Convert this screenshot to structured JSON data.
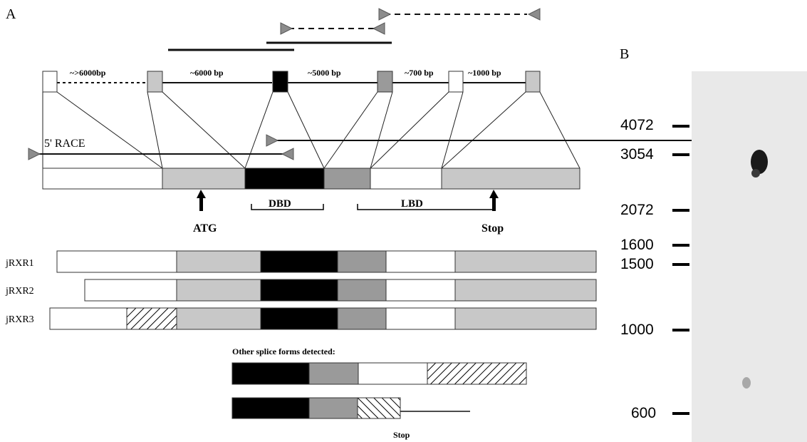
{
  "panel_a": {
    "label": "A",
    "intron_sizes": [
      "~>6000bp",
      "~6000 bp",
      "~5000 bp",
      "~700 bp",
      "~1000 bp"
    ],
    "race_label": "5' RACE",
    "domain_labels": {
      "dbd": "DBD",
      "lbd": "LBD"
    },
    "arrow_labels": {
      "start": "ATG",
      "stop": "Stop"
    },
    "isoforms": [
      "jRXR1",
      "jRXR2",
      "jRXR3"
    ],
    "splice_title": "Other splice forms detected:",
    "splice_stop_label": "Stop",
    "colors": {
      "white_exon": "#ffffff",
      "light_exon": "#c8c8c8",
      "dbd_exon": "#000000",
      "mid_exon": "#9a9a9a",
      "primer": "#8c8c8c",
      "line": "#111111"
    }
  },
  "panel_b": {
    "label": "B",
    "markers": [
      "4072",
      "3054",
      "2072",
      "1600",
      "1500",
      "1000",
      "600"
    ],
    "gel_background": "#e9e9e9",
    "band_color": "#1a1a1a"
  }
}
